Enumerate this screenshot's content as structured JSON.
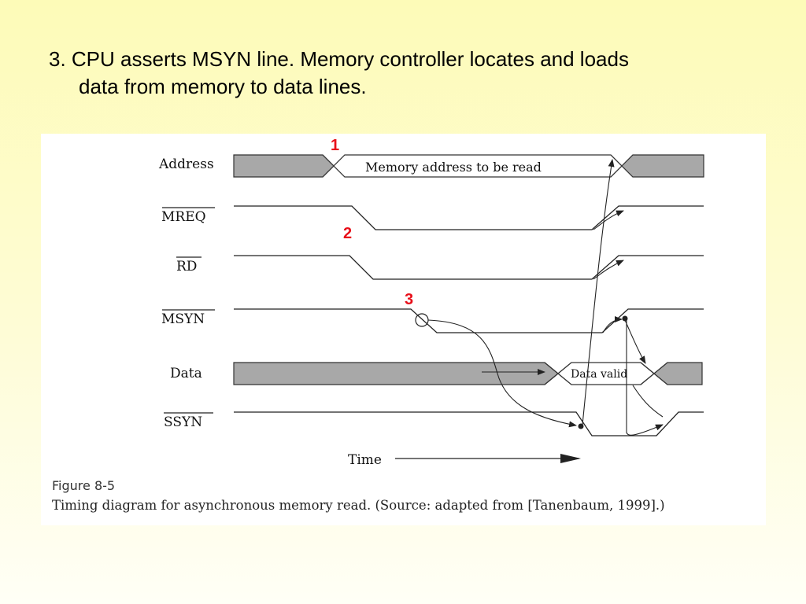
{
  "slide": {
    "heading_line1": "3. CPU asserts MSYN line. Memory controller locates and loads",
    "heading_line2": "data from memory to data lines."
  },
  "diagram": {
    "signals": {
      "address": "Address",
      "mreq": "MREQ",
      "rd": "RD",
      "msyn": "MSYN",
      "data": "Data",
      "ssyn": "SSYN"
    },
    "address_bus_text": "Memory address to be read",
    "data_bus_text": "Data valid",
    "time_label": "Time",
    "step_markers": [
      "1",
      "2",
      "3"
    ],
    "colors": {
      "bus_fill": "#a8a8a8",
      "marker": "#e8101a"
    }
  },
  "caption": {
    "title": "Figure 8-5",
    "text": "Timing diagram for asynchronous memory read. (Source: adapted from [Tanenbaum, 1999].)"
  }
}
